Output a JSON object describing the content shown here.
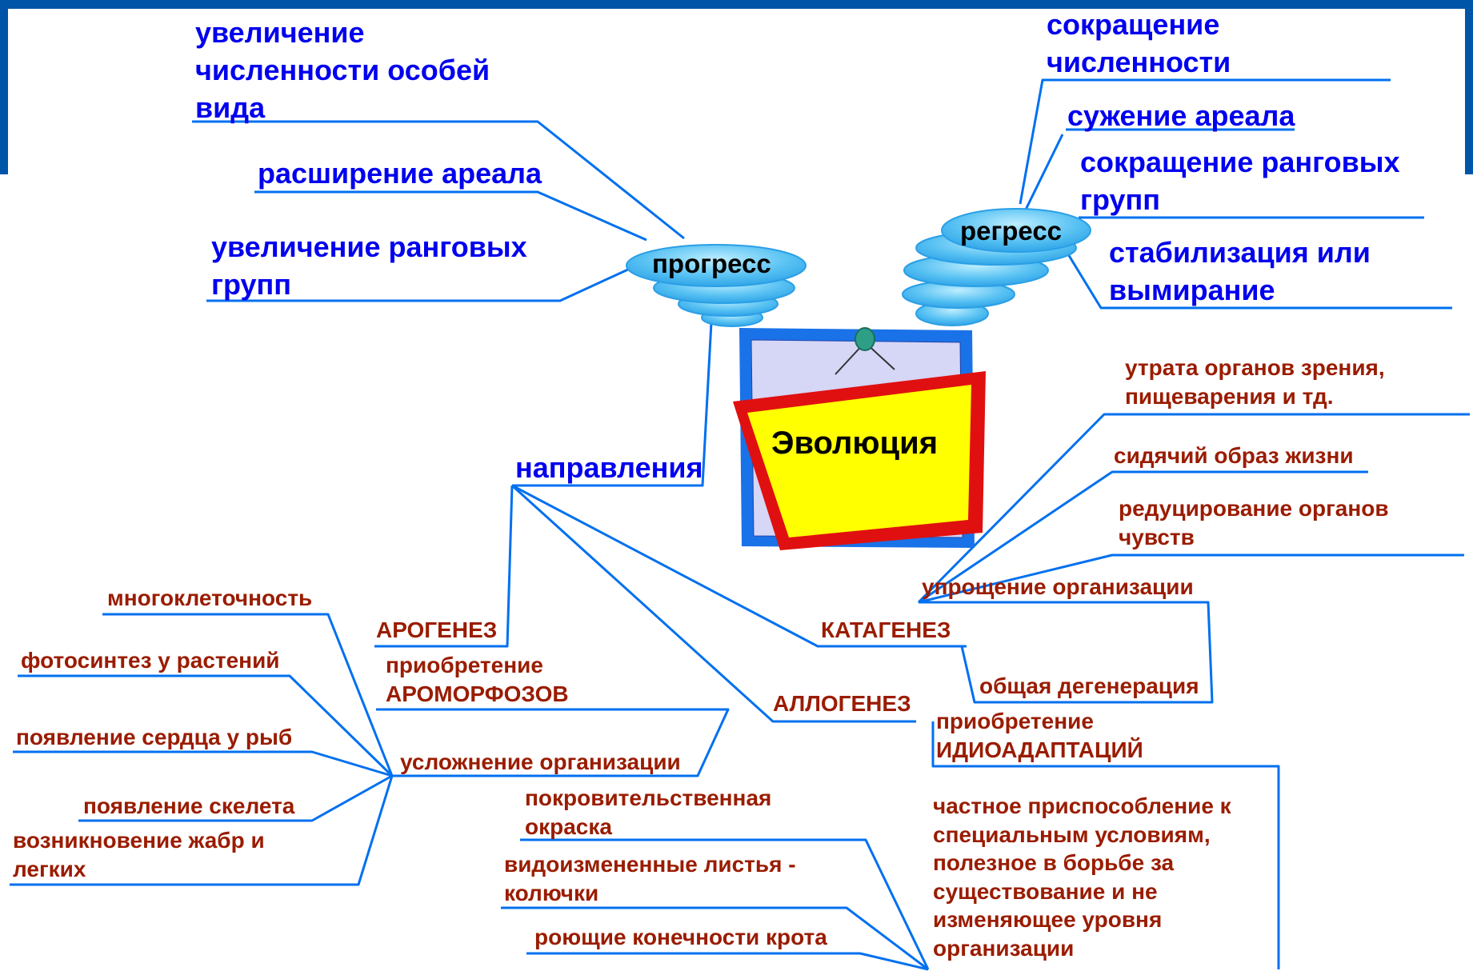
{
  "center": {
    "title": "Эволюция"
  },
  "progress": {
    "label": "прогресс",
    "items": [
      "увеличение\nчисленности особей\nвида",
      "расширение ареала",
      "увеличение ранговых\nгрупп"
    ]
  },
  "regress": {
    "label": "регресс",
    "items": [
      "сокращение\nчисленности",
      "сужение ареала",
      "сокращение ранговых\nгрупп",
      "стабилизация или\nвымирание"
    ]
  },
  "directions": {
    "label": "направления"
  },
  "arogenez": {
    "label": "АРОГЕНЕЗ",
    "subtitle": "приобретение\nАРОМОРФОЗОВ",
    "complication": "усложнение организации",
    "examples": [
      "многоклеточность",
      "фотосинтез у растений",
      "появление сердца у рыб",
      "появление скелета",
      "возникновение жабр и\nлегких"
    ]
  },
  "katagenez": {
    "label": "КАТАГЕНЕЗ",
    "simplification": "упрощение организации",
    "degeneration": "общая дегенерация",
    "examples": [
      "утрата органов зрения,\nпищеварения и тд.",
      "сидячий образ жизни",
      "редуцирование органов\nчувств"
    ]
  },
  "allogenez": {
    "label": "АЛЛОГЕНЕЗ",
    "subtitle": "приобретение\nИДИОАДАПТАЦИЙ",
    "definition": "частное приспособление к\nспециальным условиям,\nполезное в борьбе за\nсуществование и не\nизменяющее уровня\nорганизации",
    "examples": [
      "покровительственная\nокраска",
      "видоизмененные листья -\nколючки",
      "роющие конечности крота"
    ]
  },
  "colors": {
    "frame": "#0055a8",
    "connector": "#0070f0",
    "cloud": "#46b4f0",
    "cloud_light": "#a8e4ff",
    "board_fill": "#d6d6f6",
    "board_border": "#1a72e8",
    "sign_fill": "#ffff00",
    "sign_border": "#e01010",
    "blue_text": "#0000ee",
    "red_text": "#9a1c00"
  }
}
